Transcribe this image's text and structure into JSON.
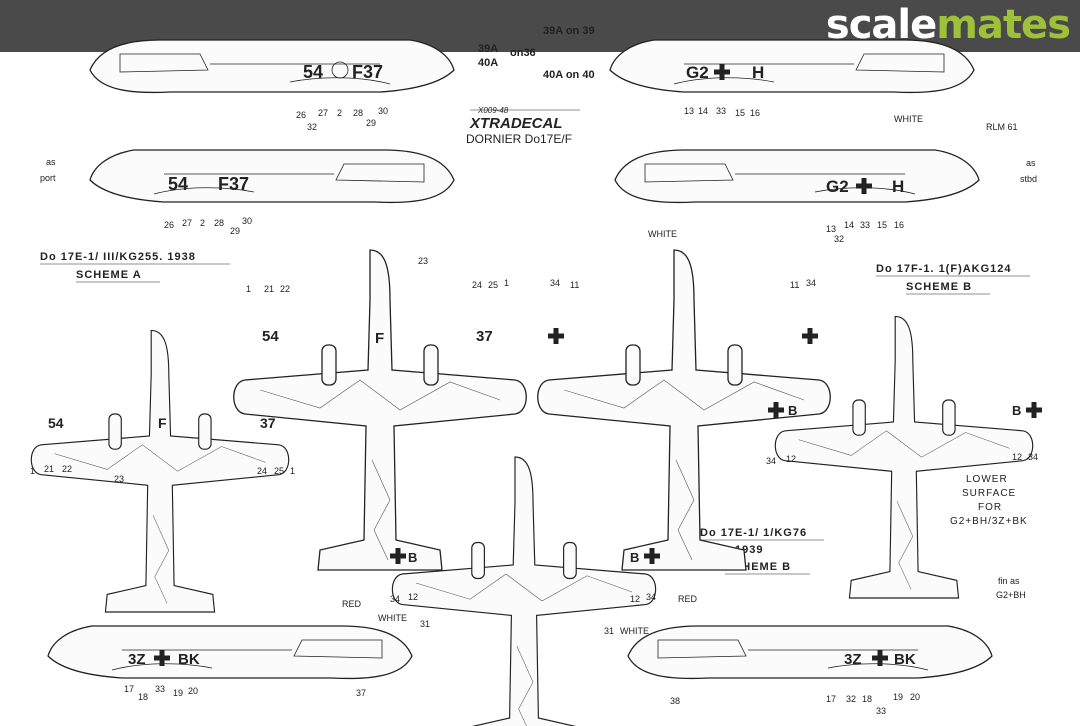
{
  "site_logo": {
    "part1": "scale",
    "part2": "mates"
  },
  "brand": {
    "code": "X009-48",
    "name": "XTRADECAL",
    "subject": "DORNIER Do17E/F"
  },
  "top_notes": {
    "n39": "39A on 39",
    "n40": "40A on 40",
    "a39": "39A",
    "on36": "on36",
    "a40": "40A"
  },
  "markings": {
    "c54": "54",
    "cF37": "F37",
    "cF": "F",
    "c37": "37",
    "cG2": "G2",
    "cH": "H",
    "cB": "B",
    "c3Z": "3Z",
    "cBK": "BK"
  },
  "notes": {
    "as": "as",
    "port": "port",
    "stbd": "stbd",
    "rlm61": "RLM 61",
    "white": "WHITE",
    "red": "RED",
    "lower_surface": [
      "LOWER",
      "SURFACE",
      "FOR",
      "G2+BH/3Z+BK"
    ],
    "fin_as": "fin as",
    "fin_code": "G2+BH"
  },
  "schemes": [
    {
      "title": "Do 17E-1/ III/KG255. 1938",
      "scheme": "SCHEME A"
    },
    {
      "title": "Do 17F-1. 1(F)AKG124",
      "scheme": "SCHEME B"
    },
    {
      "title": "Do 17E-1/ 1/KG76",
      "year": "1939",
      "scheme": "SCHEME B"
    }
  ],
  "callouts": {
    "p1": [
      "26",
      "32",
      "27",
      "2",
      "28",
      "29",
      "30"
    ],
    "p2": [
      "13",
      "14",
      "33",
      "15",
      "16"
    ],
    "p3": [
      "26",
      "27",
      "2",
      "28",
      "29",
      "30"
    ],
    "p4": [
      "13",
      "32",
      "14",
      "33",
      "15",
      "16"
    ],
    "top_a": [
      "1",
      "21",
      "22",
      "23",
      "24",
      "25",
      "1"
    ],
    "top_b": [
      "34",
      "11",
      "11",
      "34"
    ],
    "under_a": [
      "1",
      "21",
      "22",
      "23",
      "24",
      "25",
      "1"
    ],
    "under_b": [
      "34",
      "12",
      "12",
      "34"
    ],
    "under_c": [
      "34",
      "12",
      "12",
      "34"
    ],
    "p5": [
      "31",
      "17",
      "18",
      "33",
      "19",
      "20",
      "37"
    ],
    "p6": [
      "31",
      "38",
      "17",
      "32",
      "18",
      "33",
      "19",
      "20"
    ]
  }
}
